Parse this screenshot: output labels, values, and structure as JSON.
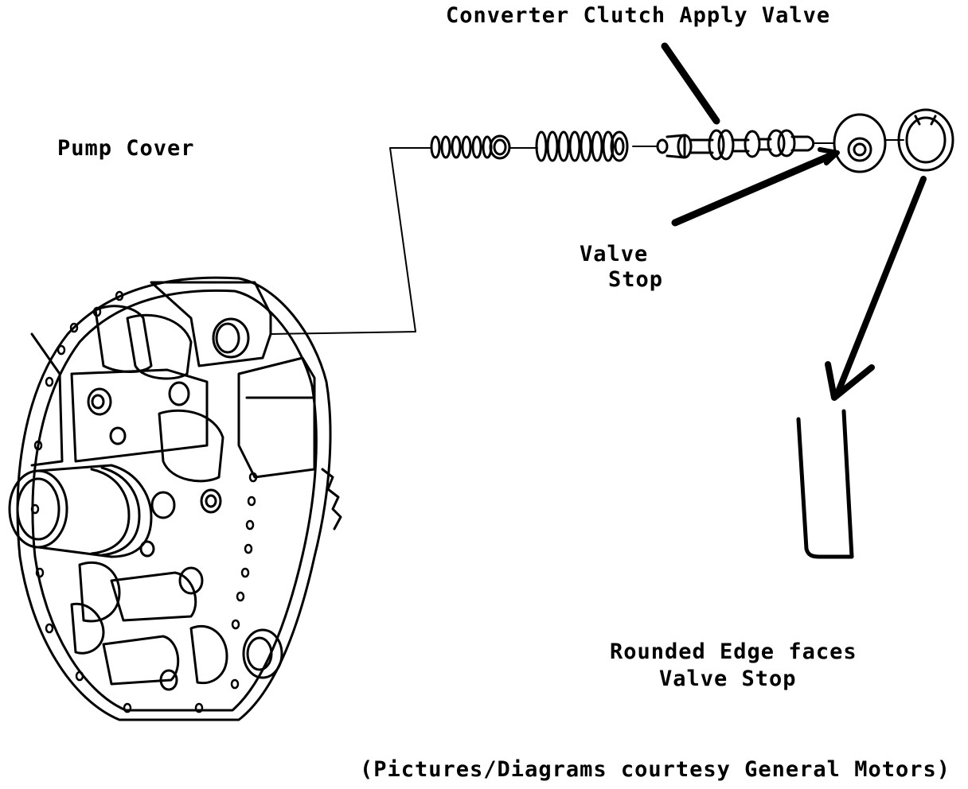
{
  "labels": {
    "apply_valve": "Converter Clutch Apply Valve",
    "pump_cover": "Pump Cover",
    "valve_stop_line1": "Valve",
    "valve_stop_line2": "Stop",
    "rounded_edge_line1": "Rounded Edge faces",
    "rounded_edge_line2": "Valve Stop",
    "credit": "(Pictures/Diagrams courtesy General Motors)"
  }
}
